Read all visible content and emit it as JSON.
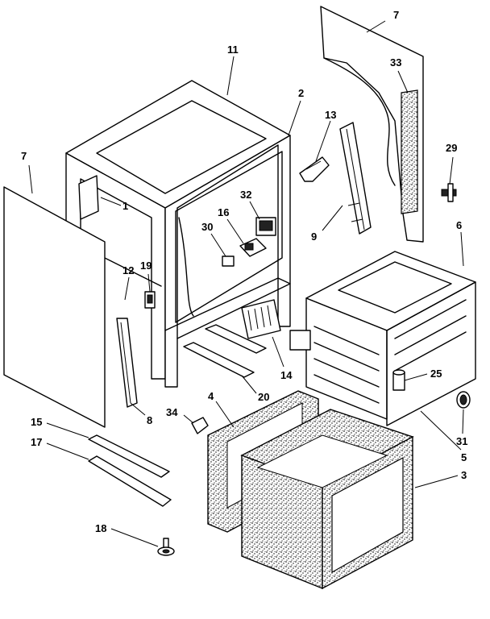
{
  "diagram": {
    "callouts": [
      {
        "key": "7a",
        "label": "7"
      },
      {
        "key": "7b",
        "label": "7"
      },
      {
        "key": "11",
        "label": "11"
      },
      {
        "key": "2",
        "label": "2"
      },
      {
        "key": "13",
        "label": "13"
      },
      {
        "key": "33",
        "label": "33"
      },
      {
        "key": "29",
        "label": "29"
      },
      {
        "key": "1",
        "label": "1"
      },
      {
        "key": "32",
        "label": "32"
      },
      {
        "key": "16",
        "label": "16"
      },
      {
        "key": "30",
        "label": "30"
      },
      {
        "key": "9",
        "label": "9"
      },
      {
        "key": "6",
        "label": "6"
      },
      {
        "key": "12",
        "label": "12"
      },
      {
        "key": "19",
        "label": "19"
      },
      {
        "key": "14",
        "label": "14"
      },
      {
        "key": "25",
        "label": "25"
      },
      {
        "key": "20",
        "label": "20"
      },
      {
        "key": "8",
        "label": "8"
      },
      {
        "key": "4",
        "label": "4"
      },
      {
        "key": "34",
        "label": "34"
      },
      {
        "key": "31",
        "label": "31"
      },
      {
        "key": "5",
        "label": "5"
      },
      {
        "key": "15",
        "label": "15"
      },
      {
        "key": "17",
        "label": "17"
      },
      {
        "key": "3",
        "label": "3"
      },
      {
        "key": "18",
        "label": "18"
      }
    ]
  }
}
